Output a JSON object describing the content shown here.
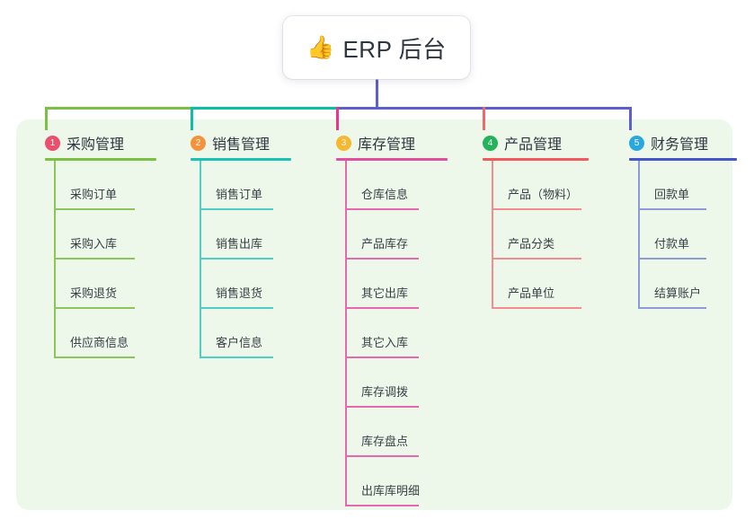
{
  "diagram": {
    "type": "mind-map",
    "root": {
      "icon": "thumbs-up-icon",
      "emoji": "👍",
      "title": "ERP 后台"
    },
    "colors": {
      "panel_bg": "#eef8ea",
      "root_text": "#2f3640",
      "connector_green": "#7ac143",
      "connector_teal": "#0bbfa4",
      "connector_blue": "#5b5fd0",
      "drop_pink": "#e8368f",
      "drop_red": "#f2666a"
    },
    "columns": [
      {
        "number": "1",
        "label": "采购管理",
        "badge_color": "#ec4f6e",
        "rule_color": "#7ac143",
        "line_color": "#8cc55a",
        "drop_color": "#7ac143",
        "items": [
          "采购订单",
          "采购入库",
          "采购退货",
          "供应商信息"
        ]
      },
      {
        "number": "2",
        "label": "销售管理",
        "badge_color": "#f5923e",
        "rule_color": "#19c2b1",
        "line_color": "#4ecfc2",
        "drop_color": "#0bbfa4",
        "items": [
          "销售订单",
          "销售出库",
          "销售退货",
          "客户信息"
        ]
      },
      {
        "number": "3",
        "label": "库存管理",
        "badge_color": "#f7b731",
        "rule_color": "#e24fa0",
        "line_color": "#e668ad",
        "drop_color": "#e8368f",
        "items": [
          "仓库信息",
          "产品库存",
          "其它出库",
          "其它入库",
          "库存调拨",
          "库存盘点",
          "出库库明细"
        ]
      },
      {
        "number": "4",
        "label": "产品管理",
        "badge_color": "#23b35a",
        "rule_color": "#f2585c",
        "line_color": "#f48b8e",
        "drop_color": "#f2666a",
        "items": [
          "产品（物料）",
          "产品分类",
          "产品单位"
        ]
      },
      {
        "number": "5",
        "label": "财务管理",
        "badge_color": "#29a8e0",
        "rule_color": "#4355c7",
        "line_color": "#8e9ad8",
        "drop_color": "#5b5fd0",
        "items": [
          "回款单",
          "付款单",
          "结算账户"
        ]
      }
    ]
  }
}
